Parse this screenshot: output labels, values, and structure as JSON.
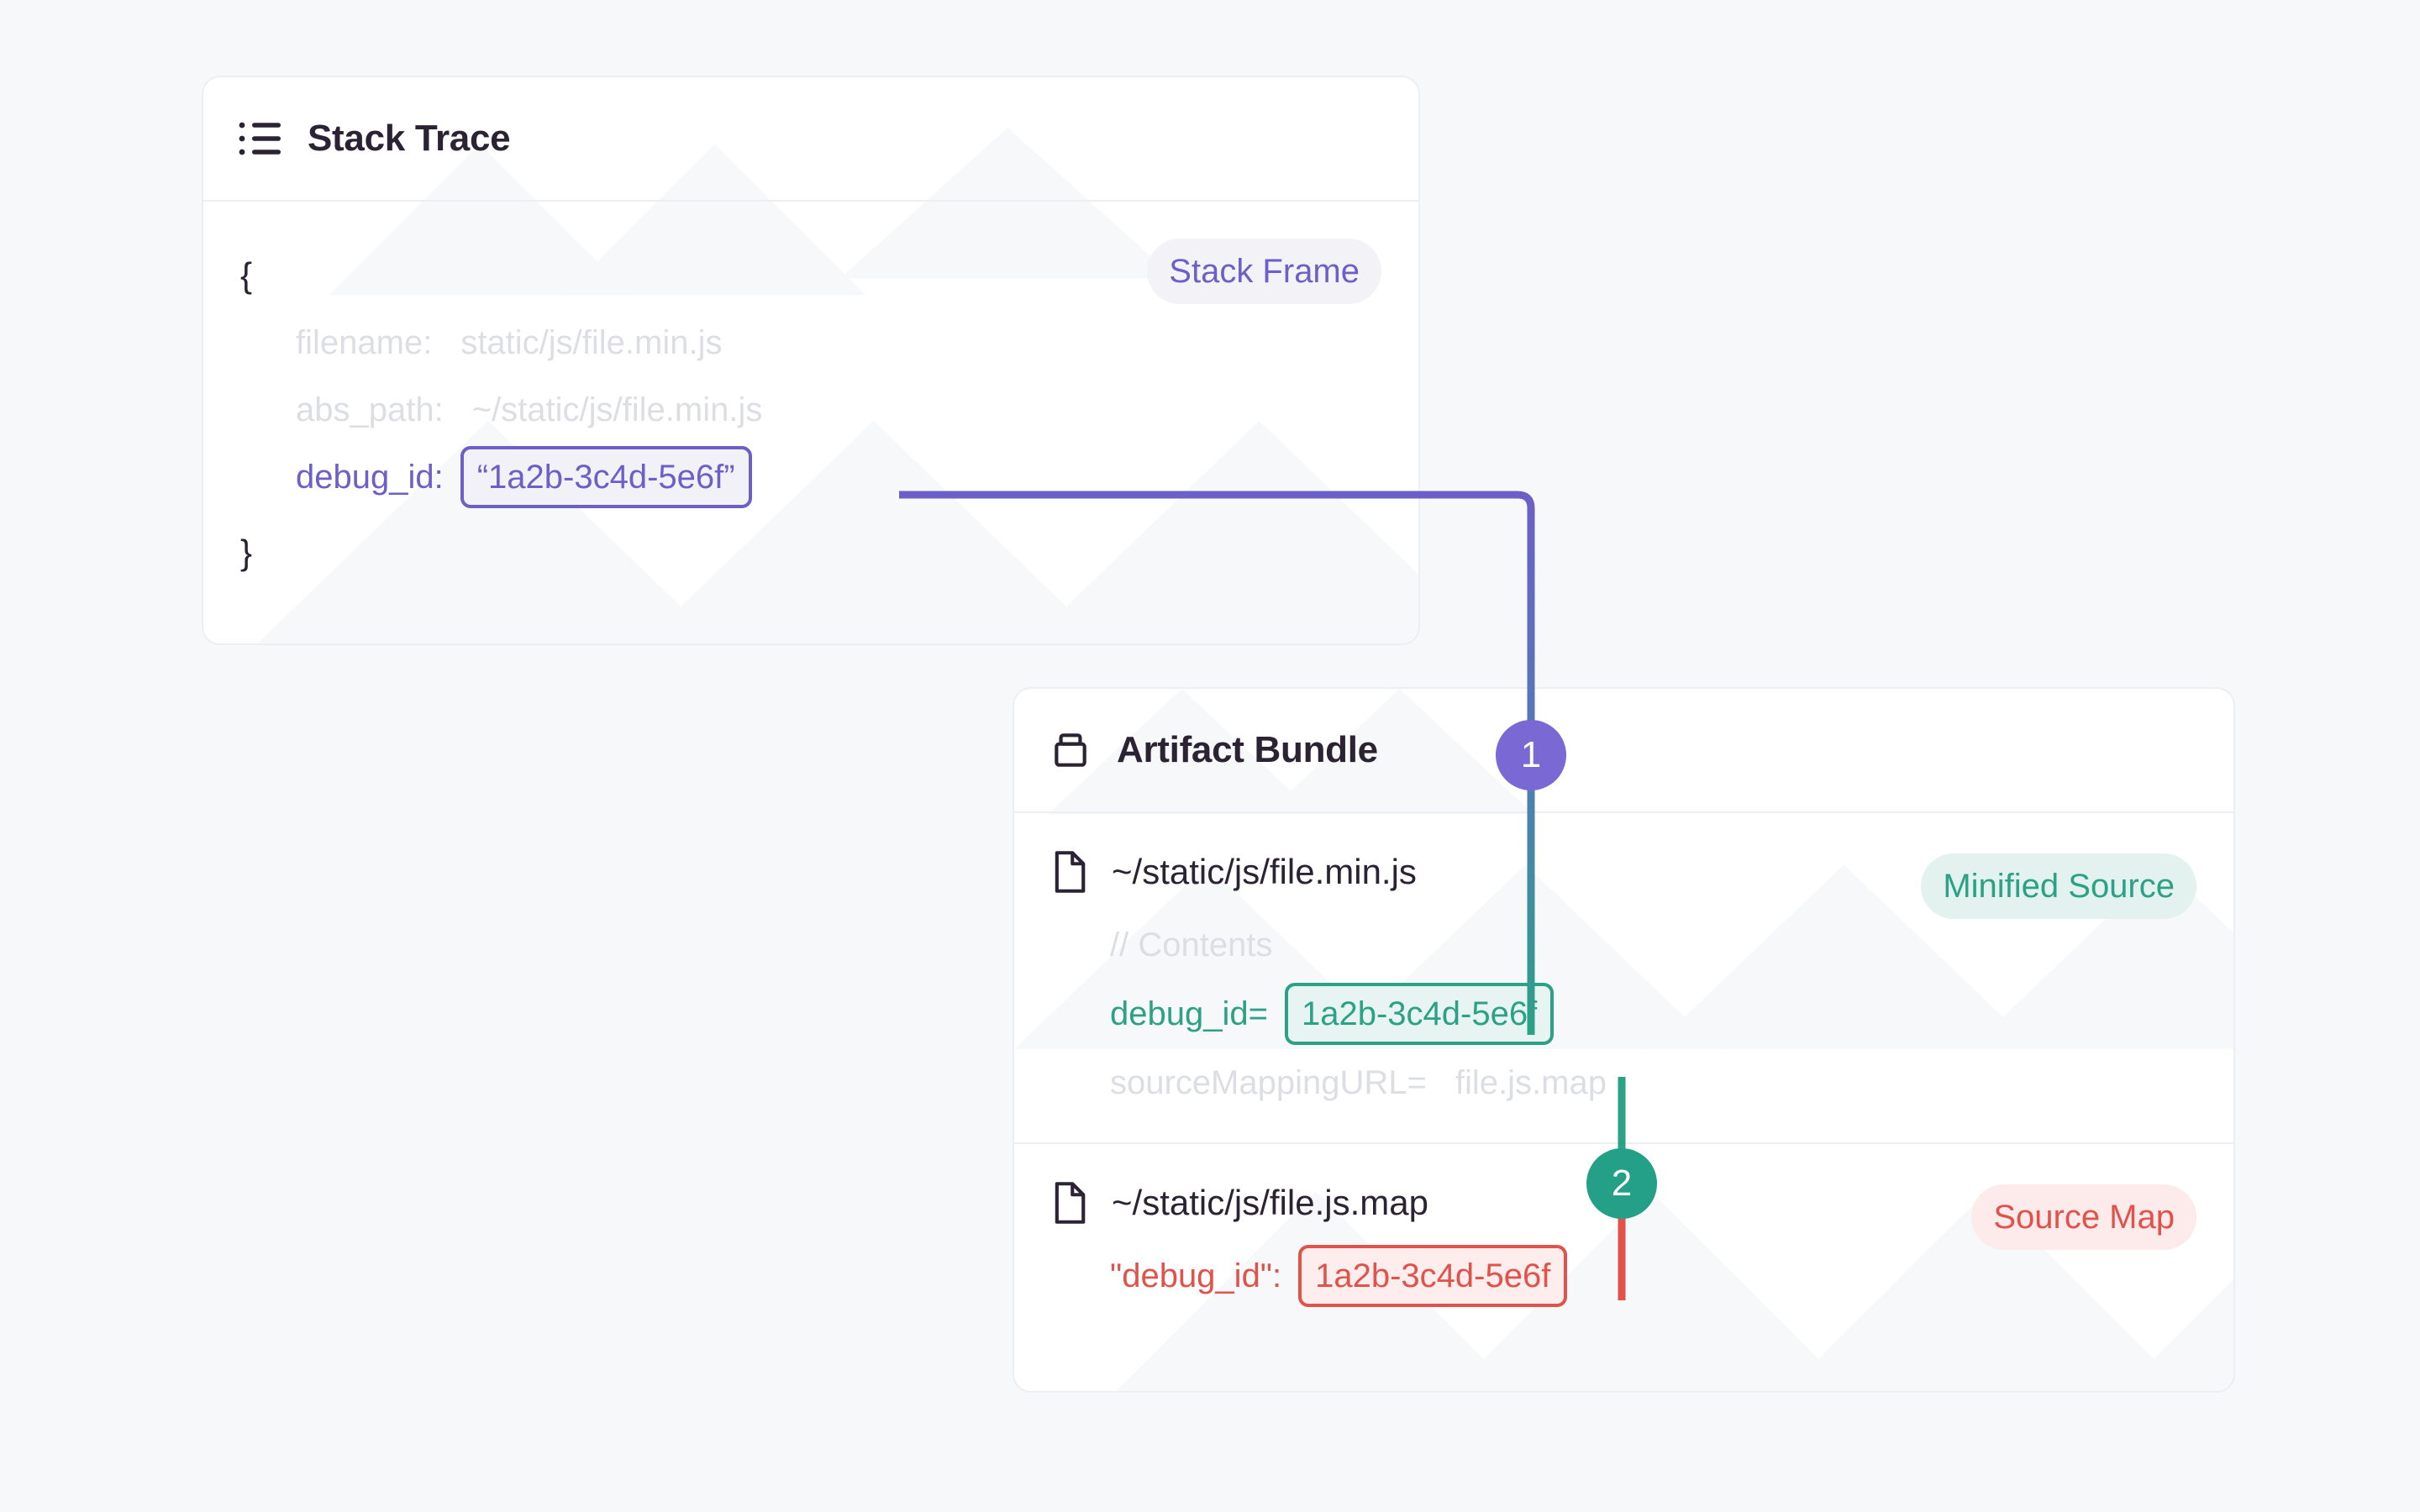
{
  "background_color": "#f7f8fa",
  "colors": {
    "purple": "#6c5fc7",
    "badge_purple": "#7a68d4",
    "green": "#2ba185",
    "badge_green": "#23a087",
    "red": "#e0524a",
    "text": "#2b2233",
    "muted": "#dcdee3",
    "card_border": "#eceef2"
  },
  "stack_trace_card": {
    "icon": "list-icon",
    "title": "Stack Trace",
    "badge": {
      "label": "Stack Frame",
      "color": "#6c5fc7"
    },
    "code": {
      "open_brace": "{",
      "close_brace": "}",
      "rows": [
        {
          "key": "filename:",
          "value": "static/js/file.min.js",
          "style": "muted"
        },
        {
          "key": "abs_path:",
          "value": "~/static/js/file.min.js",
          "style": "muted"
        },
        {
          "key": "debug_id:",
          "value": "“1a2b-3c4d-5e6f”",
          "style": "purple-chip"
        }
      ]
    }
  },
  "artifact_bundle_card": {
    "icon": "package-icon",
    "title": "Artifact Bundle",
    "files": [
      {
        "icon": "file-icon",
        "name": "~/static/js/file.min.js",
        "badge": {
          "label": "Minified Source",
          "color": "#2ba185"
        },
        "lines": [
          {
            "text": "// Contents",
            "style": "muted"
          },
          {
            "key": "debug_id=",
            "value": "1a2b-3c4d-5e6f",
            "style": "green-chip"
          },
          {
            "key": "sourceMappingURL=",
            "value": "file.js.map",
            "style": "muted"
          }
        ]
      },
      {
        "icon": "file-icon",
        "name": "~/static/js/file.js.map",
        "badge": {
          "label": "Source Map",
          "color": "#e0524a"
        },
        "lines": [
          {
            "key": "\"debug_id\":",
            "value": "1a2b-3c4d-5e6f",
            "style": "red-chip"
          }
        ]
      }
    ]
  },
  "connectors": [
    {
      "number": "1",
      "color": "#7a68d4",
      "from": "stack-trace-debug-id",
      "to": "minified-debug-id"
    },
    {
      "number": "2",
      "color": "#23a087",
      "from": "minified-debug-id",
      "to": "sourcemap-debug-id"
    }
  ]
}
